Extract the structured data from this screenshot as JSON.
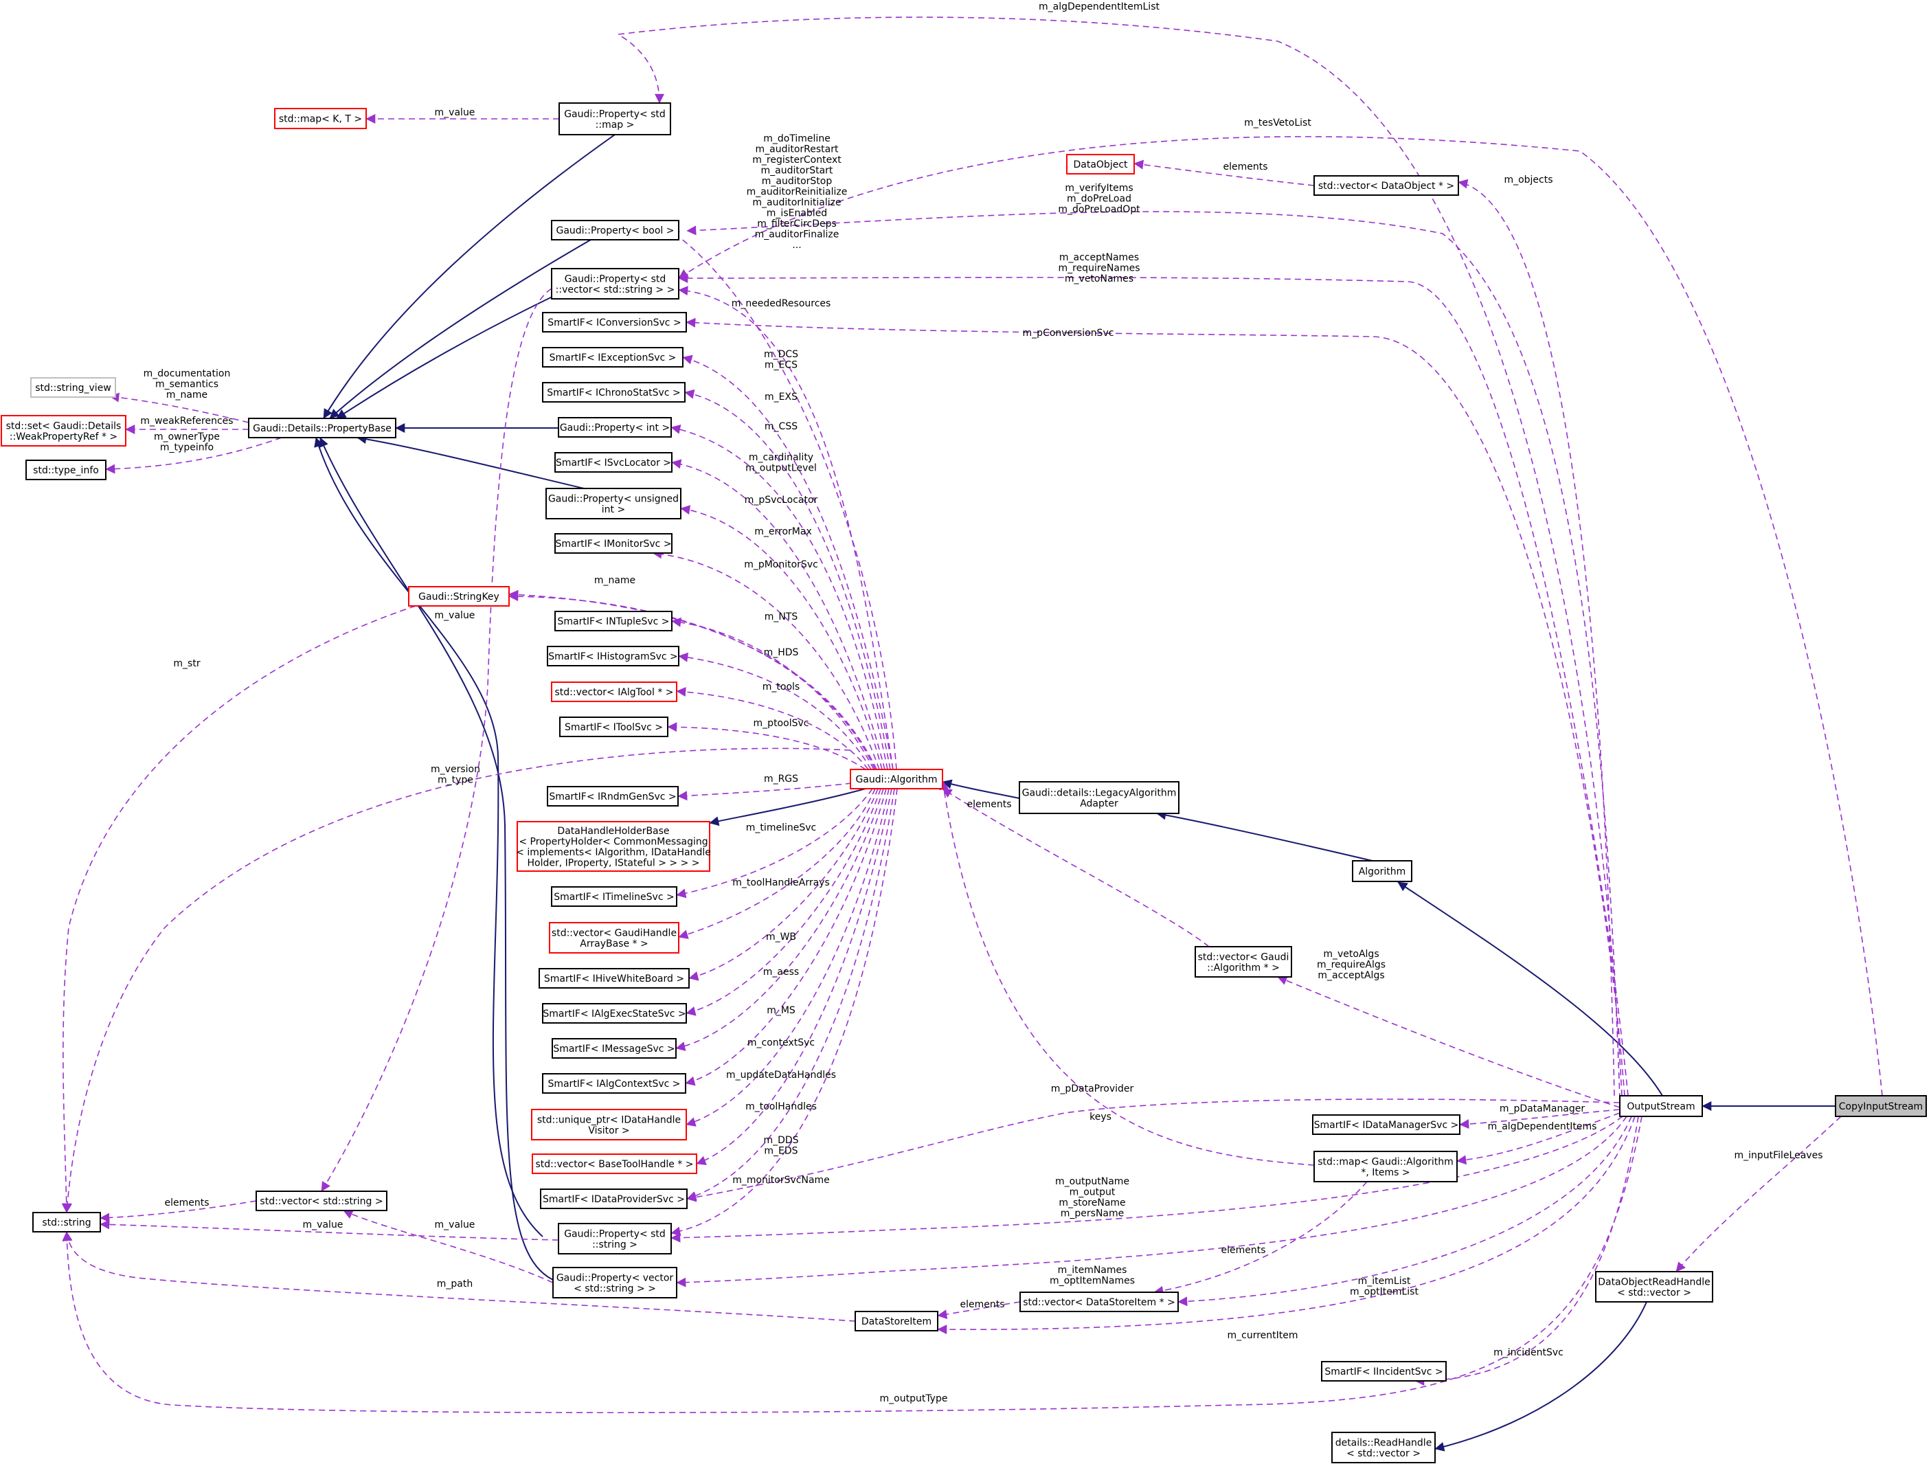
{
  "diagram": {
    "colors": {
      "inherit": "#191970",
      "usage": "#9a32cd",
      "focus_fill": "#bfbfbf",
      "red_border": "#ff0000",
      "gray_border": "#bfbfbf"
    },
    "nodes": [
      {
        "id": "copyinputstream",
        "lines": [
          "CopyInputStream"
        ],
        "style": "focus"
      },
      {
        "id": "outputstream",
        "lines": [
          "OutputStream"
        ],
        "style": "normal"
      },
      {
        "id": "algorithm",
        "lines": [
          "Algorithm"
        ],
        "style": "normal"
      },
      {
        "id": "legacy",
        "lines": [
          "Gaudi::details::LegacyAlgorithm",
          "Adapter"
        ],
        "style": "normal"
      },
      {
        "id": "gaudialgorithm",
        "lines": [
          "Gaudi::Algorithm"
        ],
        "style": "red"
      },
      {
        "id": "datahandleholder",
        "lines": [
          "DataHandleHolderBase",
          "< PropertyHolder< CommonMessaging",
          "< implements< IAlgorithm, IDataHandle",
          "Holder, IProperty, IStateful > > > >"
        ],
        "style": "red"
      },
      {
        "id": "propertybase",
        "lines": [
          "Gaudi::Details::PropertyBase"
        ],
        "style": "normal"
      },
      {
        "id": "stringview",
        "lines": [
          "std::string_view"
        ],
        "style": "gray"
      },
      {
        "id": "setweak",
        "lines": [
          "std::set< Gaudi::Details",
          "::WeakPropertyRef * >"
        ],
        "style": "red"
      },
      {
        "id": "typeinfo",
        "lines": [
          "std::type_info"
        ],
        "style": "normal"
      },
      {
        "id": "mapkt",
        "lines": [
          "std::map< K, T >"
        ],
        "style": "red"
      },
      {
        "id": "propmap",
        "lines": [
          "Gaudi::Property< std",
          "::map >"
        ],
        "style": "normal"
      },
      {
        "id": "propbool",
        "lines": [
          "Gaudi::Property< bool >"
        ],
        "style": "normal"
      },
      {
        "id": "propvecstr",
        "lines": [
          "Gaudi::Property< std",
          "::vector< std::string > >"
        ],
        "style": "normal"
      },
      {
        "id": "conversionsvc",
        "lines": [
          "SmartIF< IConversionSvc >"
        ],
        "style": "normal"
      },
      {
        "id": "exceptionsvc",
        "lines": [
          "SmartIF< IExceptionSvc >"
        ],
        "style": "normal"
      },
      {
        "id": "chronostatsvc",
        "lines": [
          "SmartIF< IChronoStatSvc >"
        ],
        "style": "normal"
      },
      {
        "id": "propint",
        "lines": [
          "Gaudi::Property< int >"
        ],
        "style": "normal"
      },
      {
        "id": "svclocator",
        "lines": [
          "SmartIF< ISvcLocator >"
        ],
        "style": "normal"
      },
      {
        "id": "propunsigned",
        "lines": [
          "Gaudi::Property< unsigned",
          "int >"
        ],
        "style": "normal"
      },
      {
        "id": "monitorsvc",
        "lines": [
          "SmartIF< IMonitorSvc >"
        ],
        "style": "normal"
      },
      {
        "id": "stringkey",
        "lines": [
          "Gaudi::StringKey"
        ],
        "style": "red"
      },
      {
        "id": "ntuplesvc",
        "lines": [
          "SmartIF< INTupleSvc >"
        ],
        "style": "normal"
      },
      {
        "id": "histogramsvc",
        "lines": [
          "SmartIF< IHistogramSvc >"
        ],
        "style": "normal"
      },
      {
        "id": "vecalgtool",
        "lines": [
          "std::vector< IAlgTool * >"
        ],
        "style": "red"
      },
      {
        "id": "toolsvc",
        "lines": [
          "SmartIF< IToolSvc >"
        ],
        "style": "normal"
      },
      {
        "id": "rndmgensvc",
        "lines": [
          "SmartIF< IRndmGenSvc >"
        ],
        "style": "normal"
      },
      {
        "id": "timelinesvc",
        "lines": [
          "SmartIF< ITimelineSvc >"
        ],
        "style": "normal"
      },
      {
        "id": "vecgaudihandle",
        "lines": [
          "std::vector< GaudiHandle",
          "ArrayBase * >"
        ],
        "style": "red"
      },
      {
        "id": "hivewhiteboard",
        "lines": [
          "SmartIF< IHiveWhiteBoard >"
        ],
        "style": "normal"
      },
      {
        "id": "algexecstatesvc",
        "lines": [
          "SmartIF< IAlgExecStateSvc >"
        ],
        "style": "normal"
      },
      {
        "id": "messagesvc",
        "lines": [
          "SmartIF< IMessageSvc >"
        ],
        "style": "normal"
      },
      {
        "id": "algcontextsvc",
        "lines": [
          "SmartIF< IAlgContextSvc >"
        ],
        "style": "normal"
      },
      {
        "id": "uniqueptr",
        "lines": [
          "std::unique_ptr< IDataHandle",
          "Visitor >"
        ],
        "style": "red"
      },
      {
        "id": "vecbasetoolhandle",
        "lines": [
          "std::vector< BaseToolHandle * >"
        ],
        "style": "red"
      },
      {
        "id": "dataprovidersvc",
        "lines": [
          "SmartIF< IDataProviderSvc >"
        ],
        "style": "normal"
      },
      {
        "id": "propstdstring",
        "lines": [
          "Gaudi::Property< std",
          "::string >"
        ],
        "style": "normal"
      },
      {
        "id": "propvector",
        "lines": [
          "Gaudi::Property< vector",
          "< std::string > >"
        ],
        "style": "normal"
      },
      {
        "id": "vecstring",
        "lines": [
          "std::vector< std::string >"
        ],
        "style": "normal"
      },
      {
        "id": "stdstring",
        "lines": [
          "std::string"
        ],
        "style": "normal"
      },
      {
        "id": "datastoreitem",
        "lines": [
          "DataStoreItem"
        ],
        "style": "normal"
      },
      {
        "id": "vecdatastoreitem",
        "lines": [
          "std::vector< DataStoreItem * >"
        ],
        "style": "normal"
      },
      {
        "id": "dataobject",
        "lines": [
          "DataObject"
        ],
        "style": "red"
      },
      {
        "id": "vecdataobject",
        "lines": [
          "std::vector< DataObject * >"
        ],
        "style": "normal"
      },
      {
        "id": "vecgaudialg",
        "lines": [
          "std::vector< Gaudi",
          "::Algorithm * >"
        ],
        "style": "normal"
      },
      {
        "id": "datamanagersvc",
        "lines": [
          "SmartIF< IDataManagerSvc >"
        ],
        "style": "normal"
      },
      {
        "id": "mapgaudialg",
        "lines": [
          "std::map< Gaudi::Algorithm",
          "*, Items >"
        ],
        "style": "normal"
      },
      {
        "id": "incidentsvc",
        "lines": [
          "SmartIF< IIncidentSvc >"
        ],
        "style": "normal"
      },
      {
        "id": "dataobjectreadhandle",
        "lines": [
          "DataObjectReadHandle",
          "< std::vector >"
        ],
        "style": "normal"
      },
      {
        "id": "readhandle",
        "lines": [
          "details::ReadHandle",
          "< std::vector >"
        ],
        "style": "normal"
      }
    ],
    "edges": [
      {
        "from": "copyinputstream",
        "to": "outputstream",
        "kind": "inherit",
        "label_lines": []
      },
      {
        "from": "outputstream",
        "to": "algorithm",
        "kind": "inherit",
        "label_lines": []
      },
      {
        "from": "algorithm",
        "to": "legacy",
        "kind": "inherit",
        "label_lines": []
      },
      {
        "from": "legacy",
        "to": "gaudialgorithm",
        "kind": "inherit",
        "label_lines": []
      },
      {
        "from": "gaudialgorithm",
        "to": "datahandleholder",
        "kind": "inherit",
        "label_lines": []
      },
      {
        "from": "propmap",
        "to": "propertybase",
        "kind": "inherit",
        "label_lines": []
      },
      {
        "from": "propbool",
        "to": "propertybase",
        "kind": "inherit",
        "label_lines": []
      },
      {
        "from": "propvecstr",
        "to": "propertybase",
        "kind": "inherit",
        "label_lines": []
      },
      {
        "from": "propint",
        "to": "propertybase",
        "kind": "inherit",
        "label_lines": []
      },
      {
        "from": "propunsigned",
        "to": "propertybase",
        "kind": "inherit",
        "label_lines": []
      },
      {
        "from": "propstdstring",
        "to": "propertybase",
        "kind": "inherit",
        "label_lines": []
      },
      {
        "from": "propvector",
        "to": "propertybase",
        "kind": "inherit",
        "label_lines": []
      },
      {
        "from": "dataobjectreadhandle",
        "to": "readhandle",
        "kind": "inherit",
        "label_lines": []
      },
      {
        "from": "propertybase",
        "to": "stringview",
        "kind": "usage",
        "label_lines": [
          "m_documentation",
          "m_semantics",
          "m_name"
        ]
      },
      {
        "from": "propertybase",
        "to": "setweak",
        "kind": "usage",
        "label_lines": [
          "m_weakReferences"
        ]
      },
      {
        "from": "propertybase",
        "to": "typeinfo",
        "kind": "usage",
        "label_lines": [
          "m_ownerType",
          "m_typeinfo"
        ]
      },
      {
        "from": "propmap",
        "to": "mapkt",
        "kind": "usage",
        "label_lines": [
          "m_value"
        ]
      },
      {
        "from": "outputstream",
        "to": "propmap",
        "kind": "usage",
        "label_lines": [
          "m_algDependentItemList"
        ]
      },
      {
        "from": "gaudialgorithm",
        "to": "propbool",
        "kind": "usage",
        "label_lines": [
          "m_doTimeline",
          "m_auditorRestart",
          "m_registerContext",
          "m_auditorStart",
          "m_auditorStop",
          "m_auditorReinitialize",
          "m_auditorInitialize",
          "m_isEnabled",
          "m_filterCircDeps",
          "m_auditorFinalize",
          "..."
        ]
      },
      {
        "from": "outputstream",
        "to": "propbool",
        "kind": "usage",
        "label_lines": [
          "m_verifyItems",
          "m_doPreLoad",
          "m_doPreLoadOpt"
        ]
      },
      {
        "from": "copyinputstream",
        "to": "propvecstr",
        "kind": "usage",
        "label_lines": [
          "m_tesVetoList"
        ]
      },
      {
        "from": "gaudialgorithm",
        "to": "propvecstr",
        "kind": "usage",
        "label_lines": [
          "m_neededResources"
        ]
      },
      {
        "from": "outputstream",
        "to": "propvecstr",
        "kind": "usage",
        "label_lines": [
          "m_acceptNames",
          "m_requireNames",
          "m_vetoNames"
        ]
      },
      {
        "from": "outputstream",
        "to": "conversionsvc",
        "kind": "usage",
        "label_lines": [
          "m_pConversionSvc"
        ]
      },
      {
        "from": "vecdataobject",
        "to": "dataobject",
        "kind": "usage",
        "label_lines": [
          "elements"
        ]
      },
      {
        "from": "outputstream",
        "to": "vecdataobject",
        "kind": "usage",
        "label_lines": [
          "m_objects"
        ]
      },
      {
        "from": "gaudialgorithm",
        "to": "exceptionsvc",
        "kind": "usage",
        "label_lines": [
          "m_DCS",
          "m_ECS"
        ]
      },
      {
        "from": "gaudialgorithm",
        "to": "chronostatsvc",
        "kind": "usage",
        "label_lines": [
          "m_EXS"
        ]
      },
      {
        "from": "gaudialgorithm",
        "to": "propint",
        "kind": "usage",
        "label_lines": [
          "m_CSS"
        ]
      },
      {
        "from": "gaudialgorithm",
        "to": "svclocator",
        "kind": "usage",
        "label_lines": [
          "m_cardinality",
          "m_outputLevel"
        ]
      },
      {
        "from": "gaudialgorithm",
        "to": "propunsigned",
        "kind": "usage",
        "label_lines": [
          "m_pSvcLocator"
        ]
      },
      {
        "from": "gaudialgorithm",
        "to": "monitorsvc",
        "kind": "usage",
        "label_lines": [
          "m_errorMax"
        ]
      },
      {
        "from": "gaudialgorithm",
        "to": "stringkey",
        "kind": "usage",
        "label_lines": [
          "m_pMonitorSvc"
        ]
      },
      {
        "from": "gaudialgorithm",
        "to": "stringkey",
        "kind": "usage",
        "label_lines": [
          "m_name"
        ]
      },
      {
        "from": "gaudialgorithm",
        "to": "ntuplesvc",
        "kind": "usage",
        "label_lines": [
          "m_NTS"
        ]
      },
      {
        "from": "gaudialgorithm",
        "to": "histogramsvc",
        "kind": "usage",
        "label_lines": [
          "m_HDS"
        ]
      },
      {
        "from": "gaudialgorithm",
        "to": "vecalgtool",
        "kind": "usage",
        "label_lines": [
          "m_tools"
        ]
      },
      {
        "from": "gaudialgorithm",
        "to": "toolsvc",
        "kind": "usage",
        "label_lines": [
          "m_ptoolSvc"
        ]
      },
      {
        "from": "gaudialgorithm",
        "to": "rndmgensvc",
        "kind": "usage",
        "label_lines": [
          "m_RGS"
        ]
      },
      {
        "from": "gaudialgorithm",
        "to": "timelinesvc",
        "kind": "usage",
        "label_lines": [
          "m_timelineSvc"
        ]
      },
      {
        "from": "gaudialgorithm",
        "to": "vecgaudihandle",
        "kind": "usage",
        "label_lines": [
          "m_toolHandleArrays"
        ]
      },
      {
        "from": "gaudialgorithm",
        "to": "hivewhiteboard",
        "kind": "usage",
        "label_lines": [
          "m_WB"
        ]
      },
      {
        "from": "gaudialgorithm",
        "to": "algexecstatesvc",
        "kind": "usage",
        "label_lines": [
          "m_aess"
        ]
      },
      {
        "from": "gaudialgorithm",
        "to": "messagesvc",
        "kind": "usage",
        "label_lines": [
          "m_MS"
        ]
      },
      {
        "from": "gaudialgorithm",
        "to": "algcontextsvc",
        "kind": "usage",
        "label_lines": [
          "m_contextSvc"
        ]
      },
      {
        "from": "gaudialgorithm",
        "to": "uniqueptr",
        "kind": "usage",
        "label_lines": [
          "m_updateDataHandles"
        ]
      },
      {
        "from": "gaudialgorithm",
        "to": "vecbasetoolhandle",
        "kind": "usage",
        "label_lines": [
          "m_toolHandles"
        ]
      },
      {
        "from": "gaudialgorithm",
        "to": "dataprovidersvc",
        "kind": "usage",
        "label_lines": [
          "m_DDS",
          "m_EDS"
        ]
      },
      {
        "from": "gaudialgorithm",
        "to": "propstdstring",
        "kind": "usage",
        "label_lines": [
          "m_monitorSvcName"
        ]
      },
      {
        "from": "gaudialgorithm",
        "to": "stdstring",
        "kind": "usage",
        "label_lines": [
          "m_version",
          "m_type"
        ]
      },
      {
        "from": "stringkey",
        "to": "stdstring",
        "kind": "usage",
        "label_lines": [
          "m_str"
        ]
      },
      {
        "from": "propvecstr",
        "to": "vecstring",
        "kind": "usage",
        "label_lines": [
          "m_value"
        ]
      },
      {
        "from": "vecstring",
        "to": "stdstring",
        "kind": "usage",
        "label_lines": [
          "elements"
        ]
      },
      {
        "from": "propstdstring",
        "to": "stdstring",
        "kind": "usage",
        "label_lines": [
          "m_value"
        ]
      },
      {
        "from": "propvector",
        "to": "vecstring",
        "kind": "usage",
        "label_lines": [
          "m_value"
        ]
      },
      {
        "from": "datastoreitem",
        "to": "stdstring",
        "kind": "usage",
        "label_lines": [
          "m_path"
        ]
      },
      {
        "from": "vecgaudialg",
        "to": "gaudialgorithm",
        "kind": "usage",
        "label_lines": [
          "elements"
        ]
      },
      {
        "from": "outputstream",
        "to": "vecgaudialg",
        "kind": "usage",
        "label_lines": [
          "m_vetoAlgs",
          "m_requireAlgs",
          "m_acceptAlgs"
        ]
      },
      {
        "from": "outputstream",
        "to": "dataprovidersvc",
        "kind": "usage",
        "label_lines": [
          "m_pDataProvider"
        ]
      },
      {
        "from": "outputstream",
        "to": "datamanagersvc",
        "kind": "usage",
        "label_lines": [
          "m_pDataManager"
        ]
      },
      {
        "from": "outputstream",
        "to": "mapgaudialg",
        "kind": "usage",
        "label_lines": [
          "m_algDependentItems"
        ]
      },
      {
        "from": "mapgaudialg",
        "to": "gaudialgorithm",
        "kind": "usage",
        "label_lines": [
          "keys"
        ]
      },
      {
        "from": "mapgaudialg",
        "to": "vecdatastoreitem",
        "kind": "usage",
        "label_lines": [
          "elements"
        ]
      },
      {
        "from": "outputstream",
        "to": "propstdstring",
        "kind": "usage",
        "label_lines": [
          "m_outputName",
          "m_output",
          "m_storeName",
          "m_persName"
        ]
      },
      {
        "from": "outputstream",
        "to": "propvector",
        "kind": "usage",
        "label_lines": [
          "m_itemNames",
          "m_optItemNames"
        ]
      },
      {
        "from": "outputstream",
        "to": "vecdatastoreitem",
        "kind": "usage",
        "label_lines": [
          "m_itemList",
          "m_optItemList"
        ]
      },
      {
        "from": "vecdatastoreitem",
        "to": "datastoreitem",
        "kind": "usage",
        "label_lines": [
          "elements"
        ]
      },
      {
        "from": "outputstream",
        "to": "datastoreitem",
        "kind": "usage",
        "label_lines": [
          "m_currentItem"
        ]
      },
      {
        "from": "outputstream",
        "to": "incidentsvc",
        "kind": "usage",
        "label_lines": [
          "m_incidentSvc"
        ]
      },
      {
        "from": "outputstream",
        "to": "stdstring",
        "kind": "usage",
        "label_lines": [
          "m_outputType"
        ]
      },
      {
        "from": "copyinputstream",
        "to": "dataobjectreadhandle",
        "kind": "usage",
        "label_lines": [
          "m_inputFileLeaves"
        ]
      }
    ]
  }
}
